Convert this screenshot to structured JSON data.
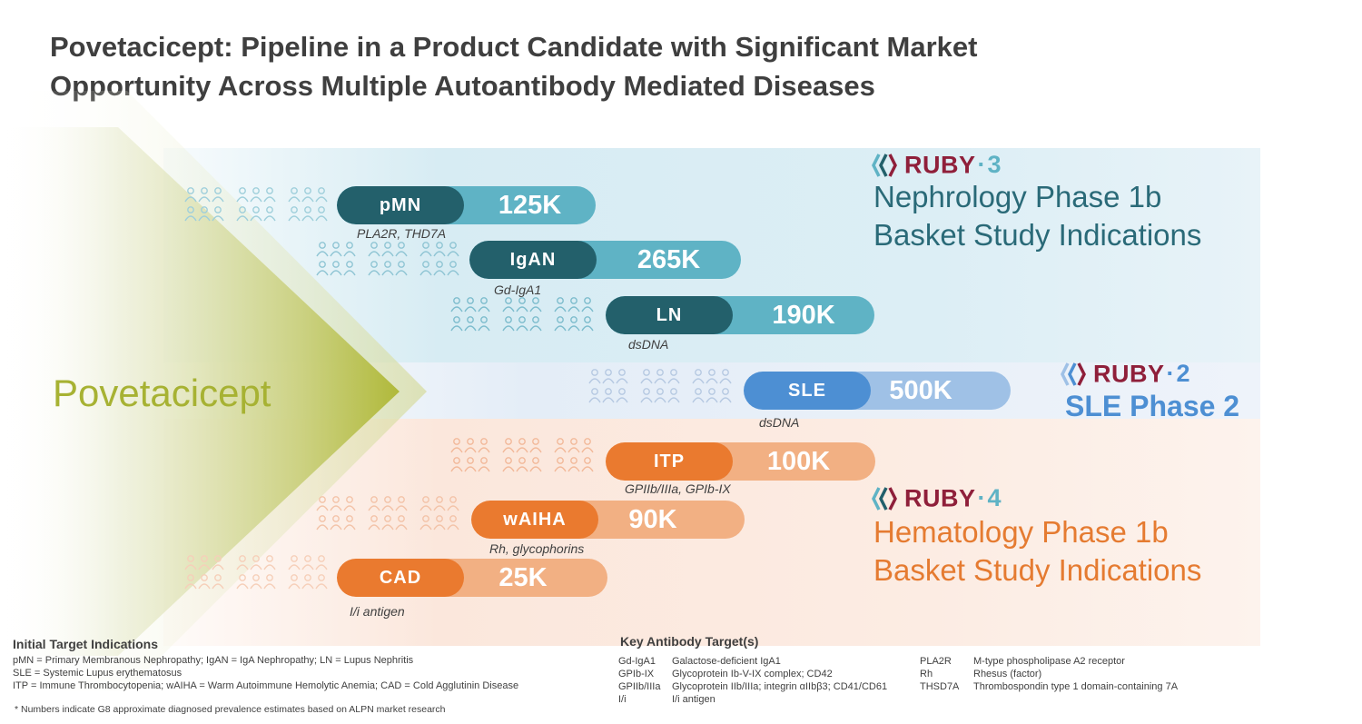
{
  "title": {
    "line1": "Povetacicept: Pipeline in a Product Candidate with Significant Market",
    "line2": "Opportunity Across Multiple Autoantibody Mediated Diseases"
  },
  "drug": "Povetacicept",
  "colors": {
    "nephrology_dark": "#23606b",
    "nephrology_light": "#5fb3c5",
    "sle_dark": "#4d8fd3",
    "sle_light": "#9fc1e6",
    "heme_dark": "#ea7a2f",
    "heme_light": "#f2b083",
    "drug_green": "#a7b233",
    "ruby_red": "#8f1f3a"
  },
  "indications": [
    {
      "abbr": "pMN",
      "prevalence": "125K",
      "target": "PLA2R, THD7A"
    },
    {
      "abbr": "IgAN",
      "prevalence": "265K",
      "target": "Gd-IgA1"
    },
    {
      "abbr": "LN",
      "prevalence": "190K",
      "target": "dsDNA"
    },
    {
      "abbr": "SLE",
      "prevalence": "500K",
      "target": "dsDNA"
    },
    {
      "abbr": "ITP",
      "prevalence": "100K",
      "target": "GPIIb/IIIa, GPIb-IX"
    },
    {
      "abbr": "wAIHA",
      "prevalence": "90K",
      "target": "Rh, glycophorins"
    },
    {
      "abbr": "CAD",
      "prevalence": "25K",
      "target": "I/i antigen"
    }
  ],
  "studies": {
    "ruby3": {
      "brand": "RUBY",
      "number": "3",
      "line1": "Nephrology Phase 1b",
      "line2": "Basket Study Indications"
    },
    "ruby2": {
      "brand": "RUBY",
      "number": "2",
      "line1": "SLE Phase 2"
    },
    "ruby4": {
      "brand": "RUBY",
      "number": "4",
      "line1": "Hematology Phase 1b",
      "line2": "Basket Study Indications"
    }
  },
  "footer": {
    "initial_heading": "Initial Target Indications",
    "initial_lines": [
      "pMN = Primary Membranous Nephropathy; IgAN = IgA Nephropathy; LN = Lupus Nephritis",
      "SLE = Systemic Lupus erythematosus",
      "ITP = Immune Thrombocytopenia; wAIHA = Warm Autoimmune Hemolytic Anemia; CAD = Cold Agglutinin Disease"
    ],
    "note": "* Numbers indicate G8 approximate diagnosed prevalence estimates based on ALPN market research",
    "key_heading": "Key Antibody Target(s)",
    "key_left": [
      {
        "code": "Gd-IgA1",
        "desc": "Galactose-deficient IgA1"
      },
      {
        "code": "GPIb-IX",
        "desc": "Glycoprotein Ib-V-IX complex; CD42"
      },
      {
        "code": "GPIIb/IIIa",
        "desc": "Glycoprotein IIb/IIIa; integrin αIIbβ3; CD41/CD61"
      },
      {
        "code": "I/i",
        "desc": "I/i antigen"
      }
    ],
    "key_right": [
      {
        "code": "PLA2R",
        "desc": "M-type phospholipase A2 receptor"
      },
      {
        "code": "Rh",
        "desc": "Rhesus (factor)"
      },
      {
        "code": "THSD7A",
        "desc": "Thrombospondin type 1 domain-containing 7A"
      }
    ]
  }
}
